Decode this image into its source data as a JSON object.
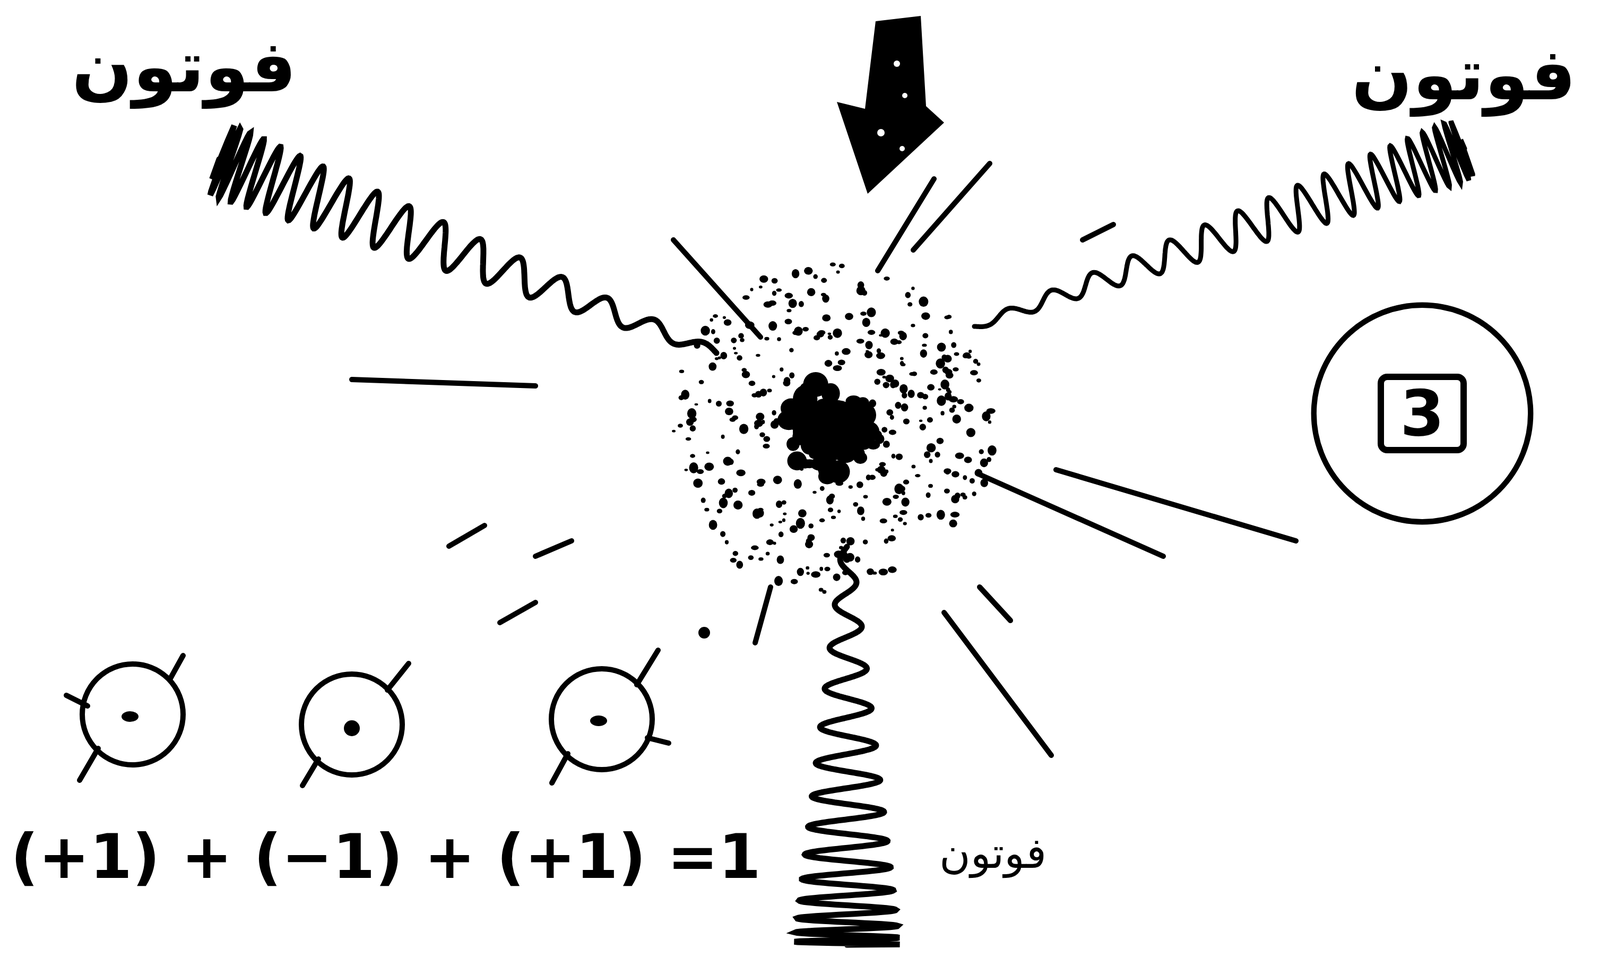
{
  "diagram": {
    "nodes": [
      {
        "text": [
          "3"
        ]
      }
    ],
    "labels": [
      "فوتون",
      "فوتون",
      "(+1) + (−1) + (+1) =1",
      "فوتون"
    ]
  }
}
